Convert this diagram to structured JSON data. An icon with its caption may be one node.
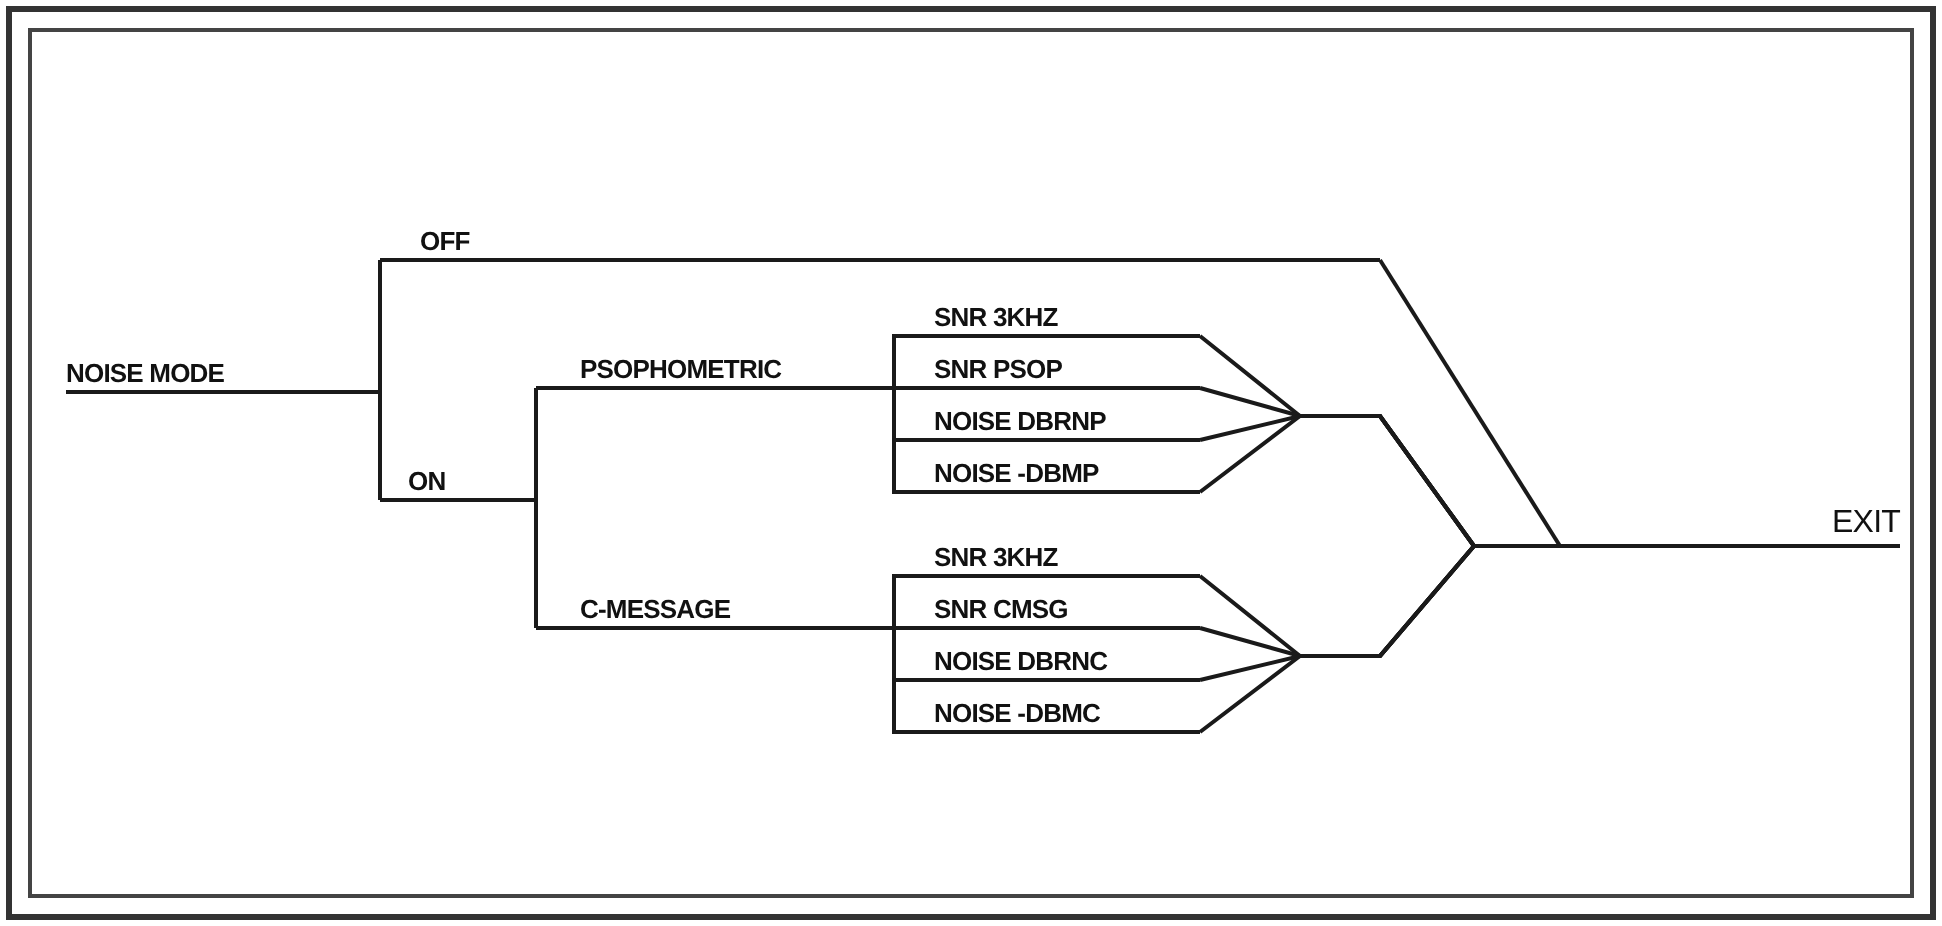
{
  "diagram": {
    "nodes": [
      {
        "text": [
          "NOISE MODE"
        ]
      },
      {
        "text": [
          "OFF"
        ]
      },
      {
        "text": [
          "ON"
        ]
      },
      {
        "text": [
          "PSOPHOMETRIC"
        ]
      },
      {
        "text": [
          "C-MESSAGE"
        ]
      },
      {
        "text": [
          "SNR 3KHZ"
        ]
      },
      {
        "text": [
          "SNR PSOP"
        ]
      },
      {
        "text": [
          "NOISE DBRNP"
        ]
      },
      {
        "text": [
          "NOISE -DBMP"
        ]
      },
      {
        "text": [
          "SNR 3KHZ"
        ]
      },
      {
        "text": [
          "SNR CMSG"
        ]
      },
      {
        "text": [
          "NOISE DBRNC"
        ]
      },
      {
        "text": [
          "NOISE -DBMC"
        ]
      },
      {
        "text": [
          "EXIT"
        ]
      }
    ],
    "edges": [
      {
        "from": 0,
        "to": 1,
        "arrow": "none"
      },
      {
        "from": 0,
        "to": 2,
        "arrow": "none"
      },
      {
        "from": 2,
        "to": 3,
        "arrow": "none"
      },
      {
        "from": 2,
        "to": 4,
        "arrow": "none"
      },
      {
        "from": 3,
        "to": 5,
        "arrow": "none"
      },
      {
        "from": 3,
        "to": 6,
        "arrow": "none"
      },
      {
        "from": 3,
        "to": 7,
        "arrow": "none"
      },
      {
        "from": 3,
        "to": 8,
        "arrow": "none"
      },
      {
        "from": 4,
        "to": 9,
        "arrow": "none"
      },
      {
        "from": 4,
        "to": 10,
        "arrow": "none"
      },
      {
        "from": 4,
        "to": 11,
        "arrow": "none"
      },
      {
        "from": 4,
        "to": 12,
        "arrow": "none"
      },
      {
        "from": 1,
        "to": 13,
        "arrow": "none"
      },
      {
        "from": 5,
        "to": 13,
        "arrow": "none"
      },
      {
        "from": 6,
        "to": 13,
        "arrow": "none"
      },
      {
        "from": 7,
        "to": 13,
        "arrow": "none"
      },
      {
        "from": 8,
        "to": 13,
        "arrow": "none"
      },
      {
        "from": 9,
        "to": 13,
        "arrow": "none"
      },
      {
        "from": 10,
        "to": 13,
        "arrow": "none"
      },
      {
        "from": 11,
        "to": 13,
        "arrow": "none"
      },
      {
        "from": 12,
        "to": 13,
        "arrow": "none"
      }
    ]
  }
}
